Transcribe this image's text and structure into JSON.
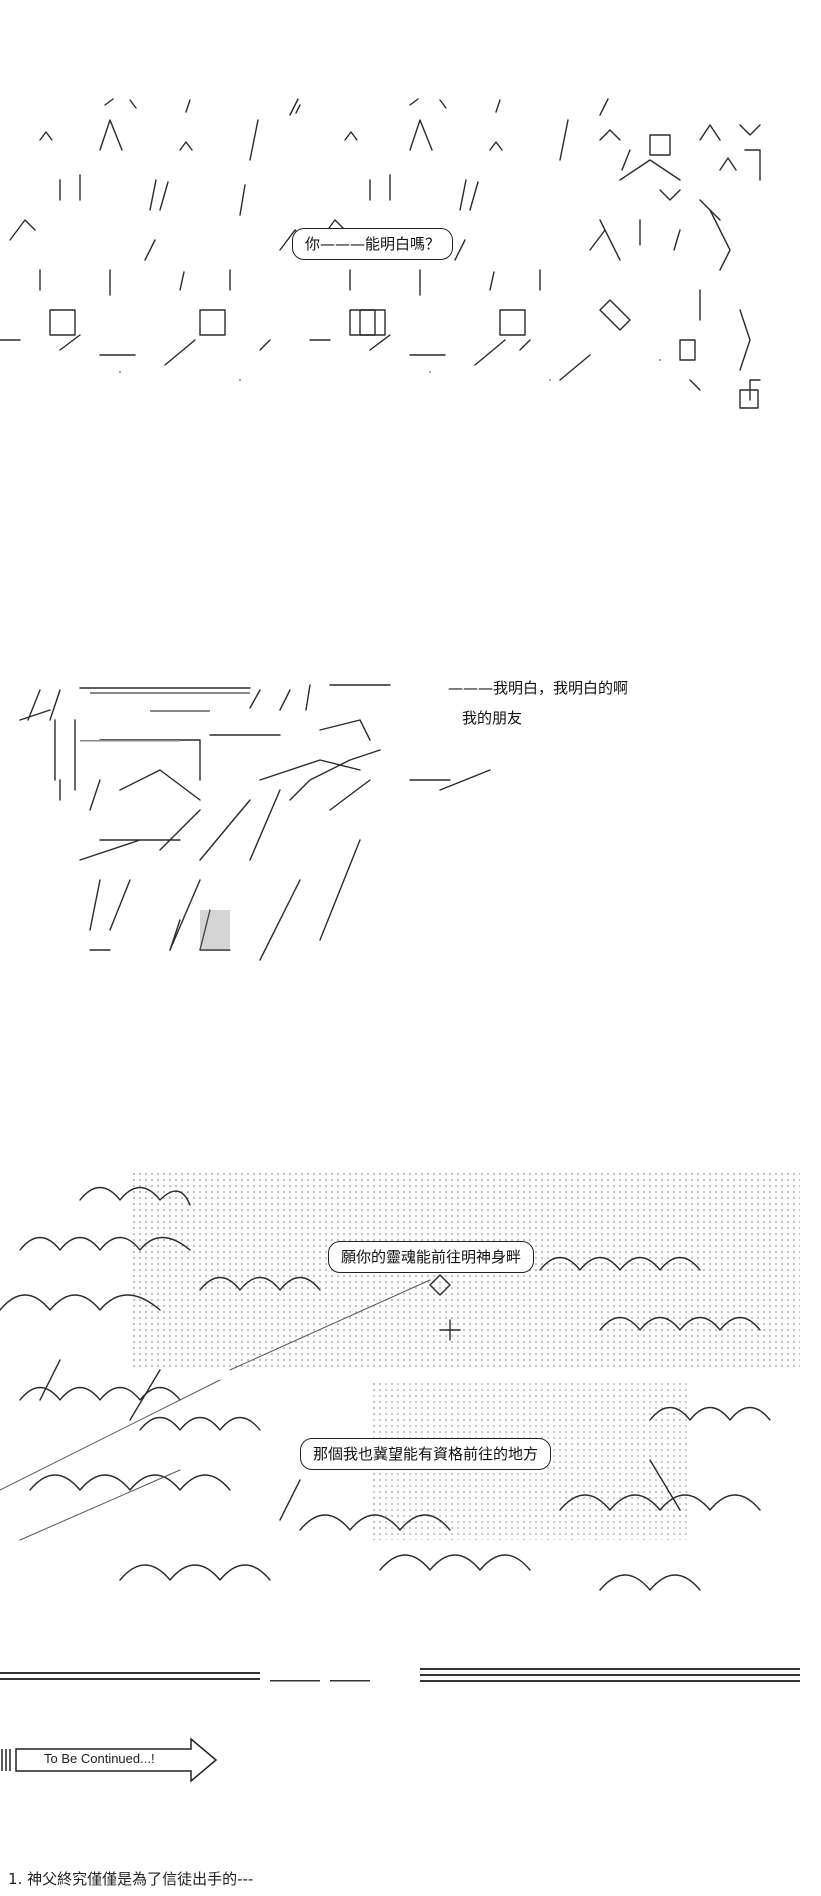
{
  "panel1": {
    "speech": "你———能明白嗎？"
  },
  "panel2": {
    "line1": "———我明白，我明白的啊",
    "line2": "我的朋友"
  },
  "panel3": {
    "speech1": "願你的靈魂能前往明神身畔",
    "speech2": "那個我也冀望能有資格前往的地方"
  },
  "banner": {
    "label": "To Be Continued...!"
  },
  "footnote": "1. 神父終究僅僅是為了信徒出手的---"
}
